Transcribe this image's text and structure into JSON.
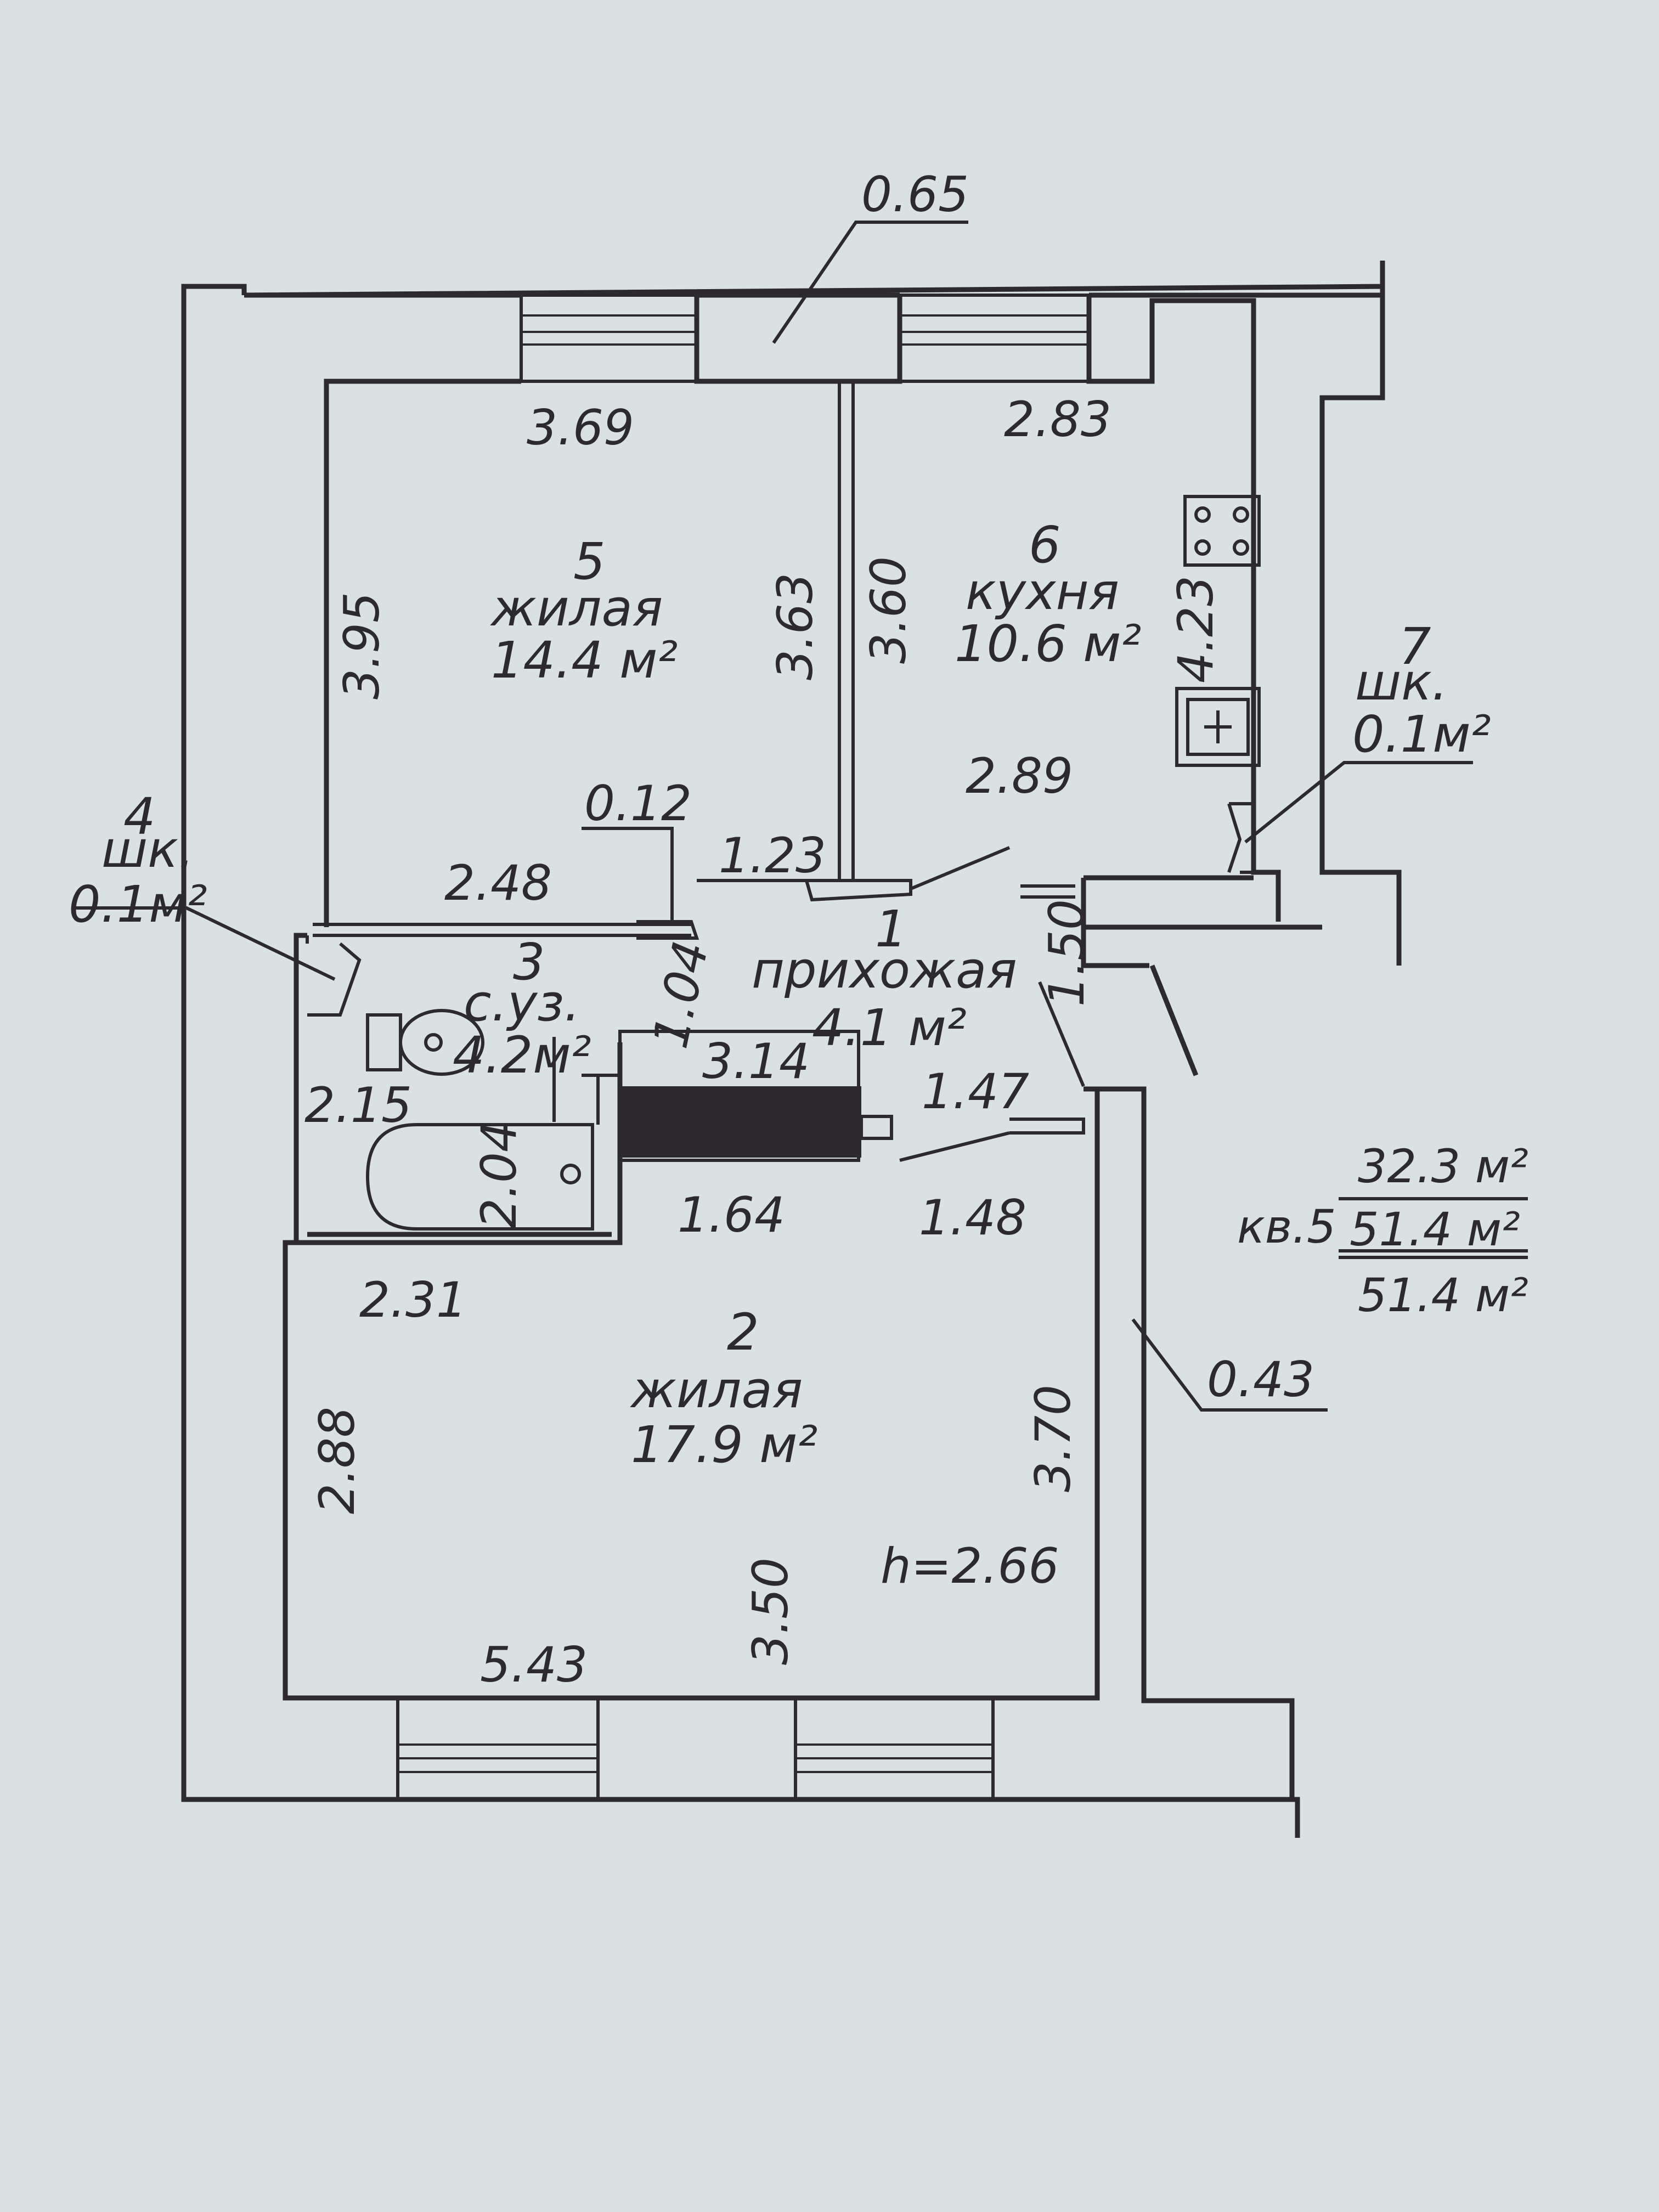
{
  "rooms": {
    "r1": {
      "num": "1",
      "name": "прихожая",
      "area": "4.1 м²"
    },
    "r2": {
      "num": "2",
      "name": "жилая",
      "area": "17.9 м²"
    },
    "r3": {
      "num": "3",
      "name": "с.уз.",
      "area": "4.2м²"
    },
    "r4": {
      "num": "4",
      "name": "шк.",
      "area": "0.1м²"
    },
    "r5": {
      "num": "5",
      "name": "жилая",
      "area": "14.4 м²"
    },
    "r6": {
      "num": "6",
      "name": "кухня",
      "area": "10.6 м²"
    },
    "r7": {
      "num": "7",
      "name": "шк.",
      "area": "0.1м²"
    }
  },
  "dimensions": {
    "wall_top_pier": "0.65",
    "r5_top": "3.69",
    "r5_left": "3.95",
    "r5_right": "3.63",
    "r5_bottom": "2.48",
    "partition_012": "0.12",
    "hall_123": "1.23",
    "r6_top": "2.83",
    "r6_left": "3.60",
    "r6_right": "4.23",
    "r6_bottom": "2.89",
    "hall_150": "1.50",
    "bath_104": "1.04",
    "bath_314": "3.14",
    "hall_147": "1.47",
    "bath_215": "2.15",
    "bath_204": "2.04",
    "hall_164": "1.64",
    "hall_148": "1.48",
    "r2_top": "2.31",
    "r2_left": "2.88",
    "r2_right": "3.70",
    "r2_inner": "3.50",
    "r2_bottom": "5.43",
    "wall_043": "0.43",
    "height": "h=2.66"
  },
  "apartment": {
    "label": "кв.5",
    "living_area": "32.3 м²",
    "total_area": "51.4 м²",
    "total_area_2": "51.4 м²"
  },
  "colors": {
    "paper": "#d9e1e3",
    "ink": "#2c2a2e"
  }
}
